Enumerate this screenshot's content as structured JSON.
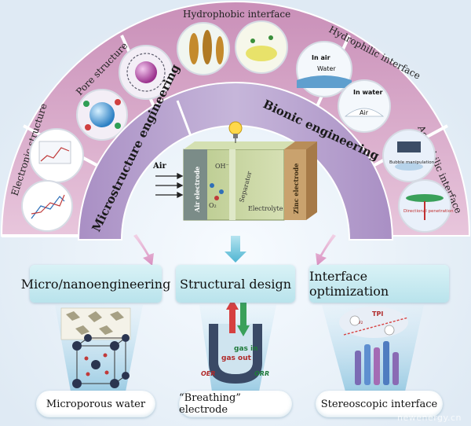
{
  "outer_arc": {
    "sectors": [
      {
        "id": "electronic",
        "label": "Electronic structure"
      },
      {
        "id": "pore",
        "label": "Pore structure"
      },
      {
        "id": "hydrophobic",
        "label": "Hydrophobic interface"
      },
      {
        "id": "hydrophilic",
        "label": "Hydrophilic interface"
      },
      {
        "id": "aerophilic",
        "label": "Aerophilic interface"
      }
    ]
  },
  "middle_arc": {
    "left_label": "Microstructure engineering",
    "right_label": "Bionic engineering"
  },
  "cell": {
    "air_label": "Air",
    "air_electrode": "Air electrode",
    "zinc_electrode": "Zinc electrode",
    "separator": "Separator",
    "electrolyte": "Electrolyte",
    "oh": "OH⁻",
    "o2": "O₂"
  },
  "hydrophilic_insets": {
    "in_air": "In air",
    "water": "Water",
    "in_water": "In water",
    "air": "Air"
  },
  "aerophilic_insets": {
    "bubble": "Bubble manipulation",
    "penetration": "Directional penetration"
  },
  "sections": [
    {
      "title": "Micro/nanoengineering",
      "caption": "Microporous water"
    },
    {
      "title": "Structural design",
      "caption": "“Breathing” electrode"
    },
    {
      "title": "Interface optimization",
      "caption": "Stereoscopic interface"
    }
  ],
  "structural_labels": {
    "gas_in": "gas in",
    "gas_out": "gas out",
    "oer": "OER",
    "orr": "ORR"
  },
  "interface_labels": {
    "tpi": "TPI",
    "o2": "O₂"
  },
  "colors": {
    "outer_pink": "#d9a7c9",
    "middle_purple": "#b59fc9",
    "cell_green": "#c6d6a0",
    "panel_teal": "#b9e3ec"
  },
  "watermark": "newenergy.cn"
}
